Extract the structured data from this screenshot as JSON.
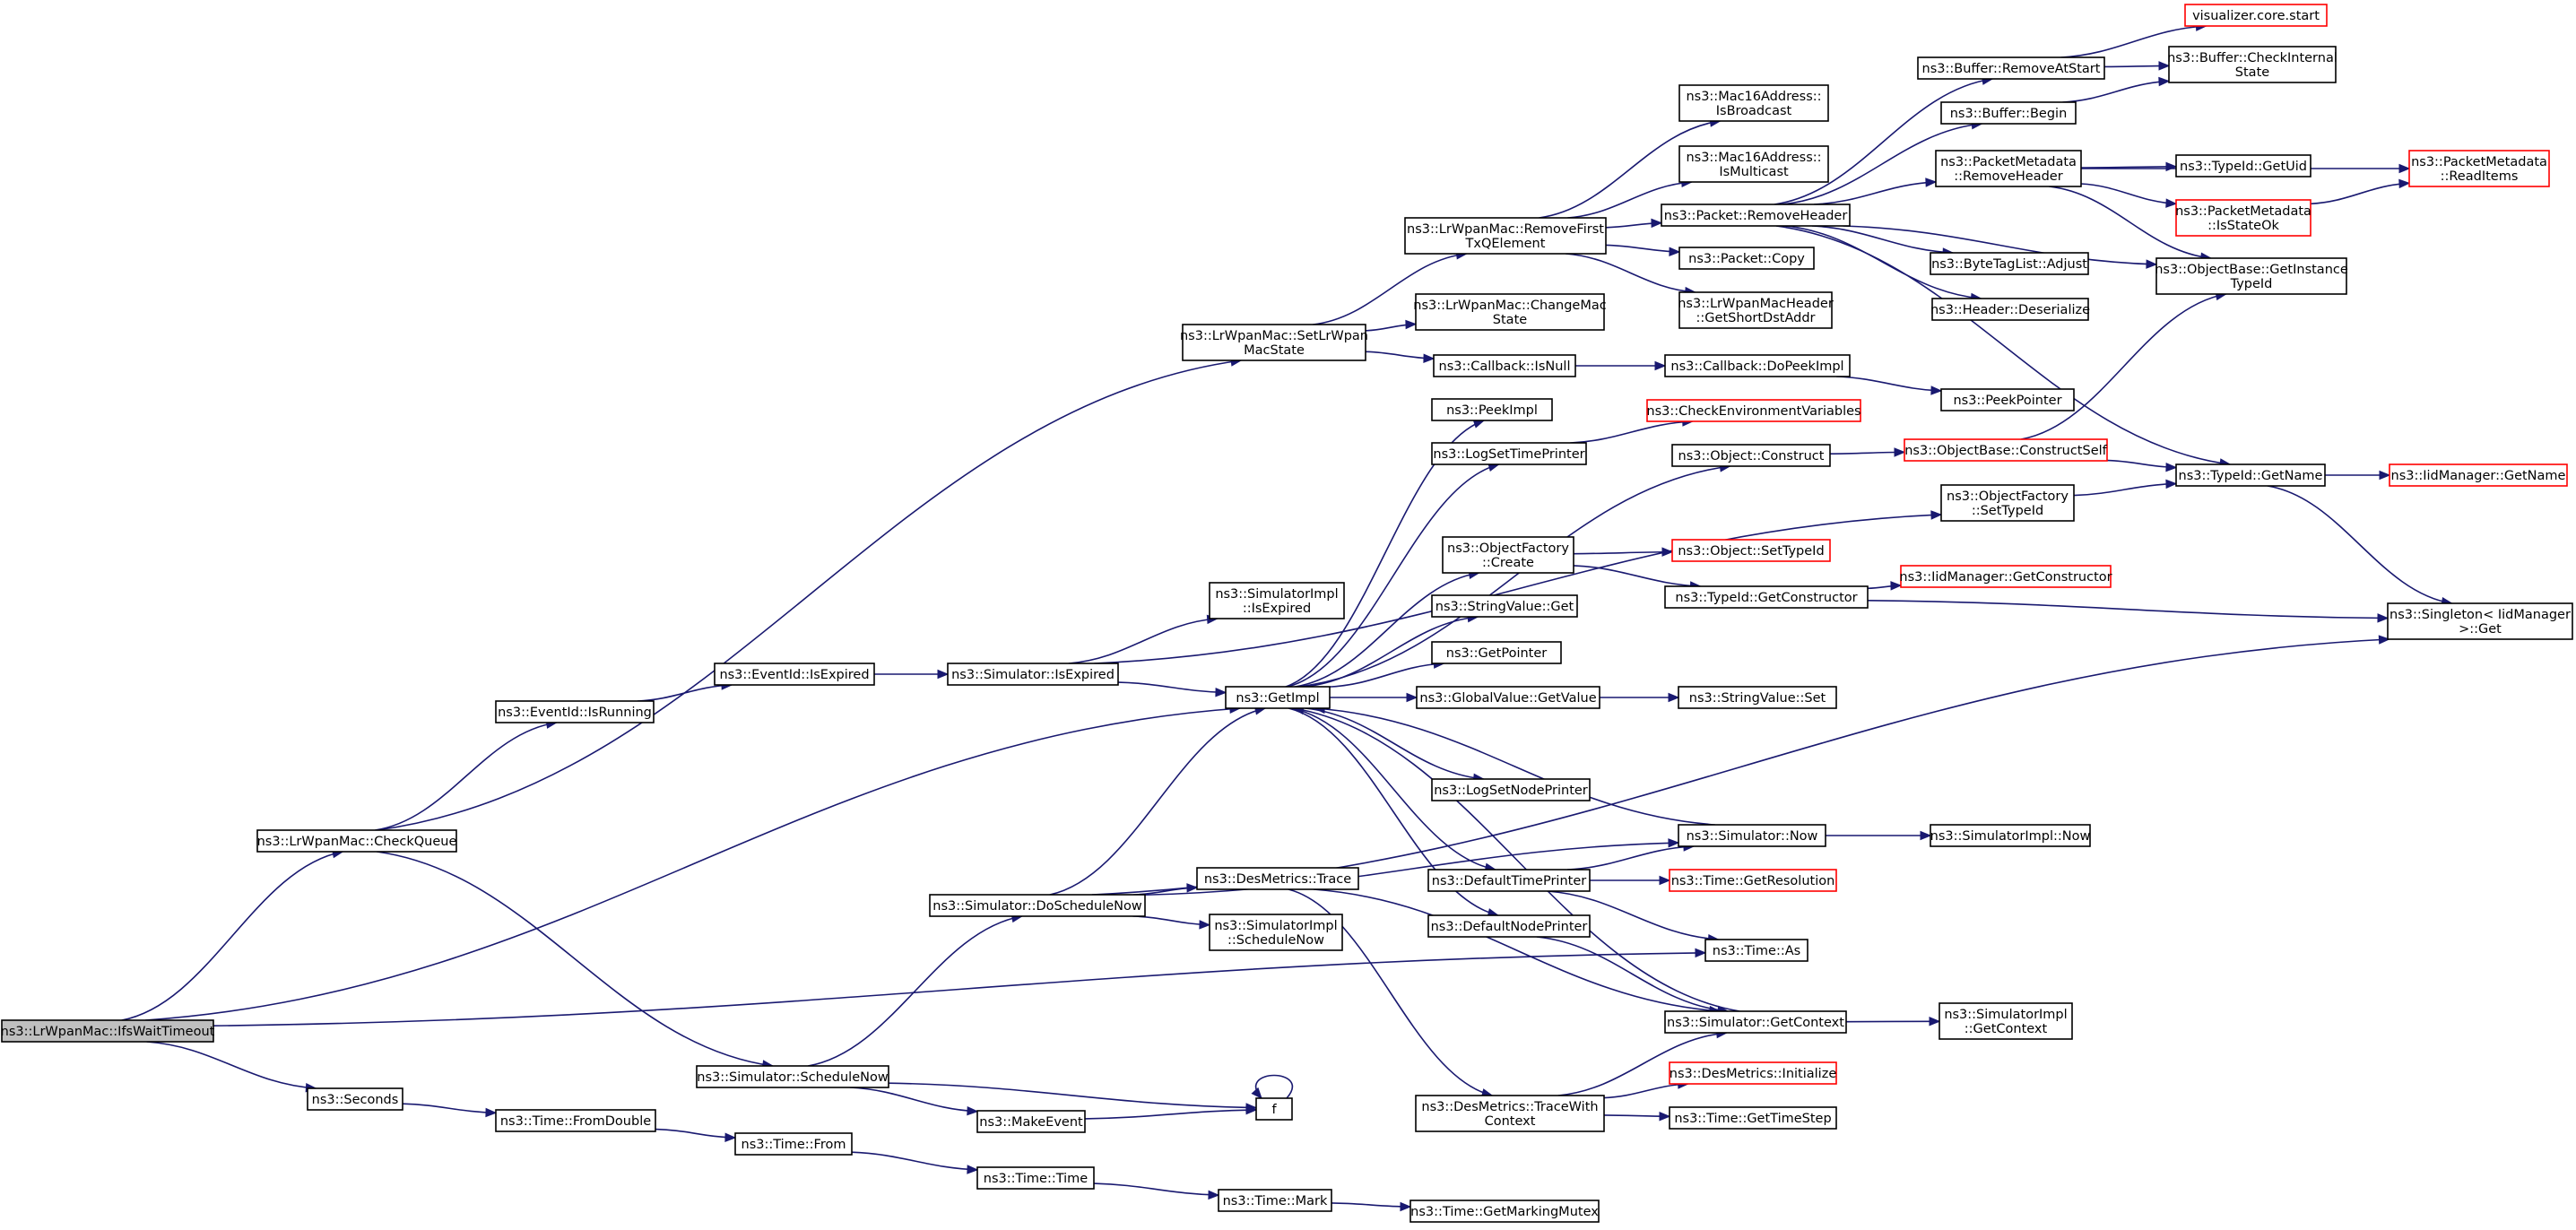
{
  "nodes": [
    {
      "id": "ifs",
      "lines": [
        "ns3::LrWpanMac::IfsWaitTimeout"
      ],
      "root": true
    },
    {
      "id": "checkqueue",
      "lines": [
        "ns3::LrWpanMac::CheckQueue"
      ]
    },
    {
      "id": "seconds",
      "lines": [
        "ns3::Seconds"
      ]
    },
    {
      "id": "isrunning",
      "lines": [
        "ns3::EventId::IsRunning"
      ]
    },
    {
      "id": "fromdouble",
      "lines": [
        "ns3::Time::FromDouble"
      ]
    },
    {
      "id": "schedulenow",
      "lines": [
        "ns3::Simulator::ScheduleNow"
      ]
    },
    {
      "id": "eid_isexpired",
      "lines": [
        "ns3::EventId::IsExpired"
      ]
    },
    {
      "id": "from",
      "lines": [
        "ns3::Time::From"
      ]
    },
    {
      "id": "doschedulenow",
      "lines": [
        "ns3::Simulator::DoScheduleNow"
      ]
    },
    {
      "id": "sim_isexpired",
      "lines": [
        "ns3::Simulator::IsExpired"
      ]
    },
    {
      "id": "makeevent",
      "lines": [
        "ns3::MakeEvent"
      ]
    },
    {
      "id": "time",
      "lines": [
        "ns3::Time::Time"
      ]
    },
    {
      "id": "setlrwpan",
      "lines": [
        "ns3::LrWpanMac::SetLrWpan",
        "MacState"
      ]
    },
    {
      "id": "desmetrics_trace",
      "lines": [
        "ns3::DesMetrics::Trace"
      ]
    },
    {
      "id": "simimpl_isexpired",
      "lines": [
        "ns3::SimulatorImpl",
        "::IsExpired"
      ]
    },
    {
      "id": "getimpl",
      "lines": [
        "ns3::GetImpl"
      ]
    },
    {
      "id": "simimpl_schedulenow",
      "lines": [
        "ns3::SimulatorImpl",
        "::ScheduleNow"
      ]
    },
    {
      "id": "mark",
      "lines": [
        "ns3::Time::Mark"
      ]
    },
    {
      "id": "f",
      "lines": [
        "f"
      ]
    },
    {
      "id": "removefirst",
      "lines": [
        "ns3::LrWpanMac::RemoveFirst",
        "TxQElement"
      ]
    },
    {
      "id": "changemacstate",
      "lines": [
        "ns3::LrWpanMac::ChangeMac",
        "State"
      ]
    },
    {
      "id": "isnull",
      "lines": [
        "ns3::Callback::IsNull"
      ]
    },
    {
      "id": "peekimpl",
      "lines": [
        "ns3::PeekImpl"
      ]
    },
    {
      "id": "logsettimeprinter",
      "lines": [
        "ns3::LogSetTimePrinter"
      ]
    },
    {
      "id": "objfactory_create",
      "lines": [
        "ns3::ObjectFactory",
        "::Create"
      ]
    },
    {
      "id": "stringvalue_get",
      "lines": [
        "ns3::StringValue::Get"
      ]
    },
    {
      "id": "getpointer",
      "lines": [
        "ns3::GetPointer"
      ]
    },
    {
      "id": "globalvalue_getvalue",
      "lines": [
        "ns3::GlobalValue::GetValue"
      ]
    },
    {
      "id": "logsetnodeprinter",
      "lines": [
        "ns3::LogSetNodePrinter"
      ]
    },
    {
      "id": "defaulttimeprinter",
      "lines": [
        "ns3::DefaultTimePrinter"
      ]
    },
    {
      "id": "defaultnodeprinter",
      "lines": [
        "ns3::DefaultNodePrinter"
      ]
    },
    {
      "id": "tracewithcontext",
      "lines": [
        "ns3::DesMetrics::TraceWith",
        "Context"
      ]
    },
    {
      "id": "getmarkingmutex",
      "lines": [
        "ns3::Time::GetMarkingMutex"
      ]
    },
    {
      "id": "isbroadcast",
      "lines": [
        "ns3::Mac16Address::",
        "IsBroadcast"
      ]
    },
    {
      "id": "ismulticast",
      "lines": [
        "ns3::Mac16Address::",
        "IsMulticast"
      ]
    },
    {
      "id": "removeheader",
      "lines": [
        "ns3::Packet::RemoveHeader"
      ]
    },
    {
      "id": "packet_copy",
      "lines": [
        "ns3::Packet::Copy"
      ]
    },
    {
      "id": "getshortdstaddr",
      "lines": [
        "ns3::LrWpanMacHeader",
        "::GetShortDstAddr"
      ]
    },
    {
      "id": "dopeekimpl",
      "lines": [
        "ns3::Callback::DoPeekImpl"
      ]
    },
    {
      "id": "checkenv",
      "lines": [
        "ns3::CheckEnvironmentVariables"
      ],
      "red": true
    },
    {
      "id": "object_construct",
      "lines": [
        "ns3::Object::Construct"
      ]
    },
    {
      "id": "object_settypeid",
      "lines": [
        "ns3::Object::SetTypeId"
      ],
      "red": true
    },
    {
      "id": "typeid_getconstructor",
      "lines": [
        "ns3::TypeId::GetConstructor"
      ]
    },
    {
      "id": "stringvalue_set",
      "lines": [
        "ns3::StringValue::Set"
      ]
    },
    {
      "id": "sim_now",
      "lines": [
        "ns3::Simulator::Now"
      ]
    },
    {
      "id": "getresolution",
      "lines": [
        "ns3::Time::GetResolution"
      ],
      "red": true
    },
    {
      "id": "time_as",
      "lines": [
        "ns3::Time::As"
      ]
    },
    {
      "id": "sim_getcontext",
      "lines": [
        "ns3::Simulator::GetContext"
      ]
    },
    {
      "id": "desmetrics_init",
      "lines": [
        "ns3::DesMetrics::Initialize"
      ],
      "red": true
    },
    {
      "id": "gettimestep",
      "lines": [
        "ns3::Time::GetTimeStep"
      ]
    },
    {
      "id": "buffer_removeatstart",
      "lines": [
        "ns3::Buffer::RemoveAtStart"
      ]
    },
    {
      "id": "buffer_begin",
      "lines": [
        "ns3::Buffer::Begin"
      ]
    },
    {
      "id": "pm_removeheader",
      "lines": [
        "ns3::PacketMetadata",
        "::RemoveHeader"
      ]
    },
    {
      "id": "bytetaglist_adjust",
      "lines": [
        "ns3::ByteTagList::Adjust"
      ]
    },
    {
      "id": "header_deserialize",
      "lines": [
        "ns3::Header::Deserialize"
      ]
    },
    {
      "id": "peekpointer",
      "lines": [
        "ns3::PeekPointer"
      ]
    },
    {
      "id": "constructself",
      "lines": [
        "ns3::ObjectBase::ConstructSelf"
      ],
      "red": true
    },
    {
      "id": "objfactory_settypeid",
      "lines": [
        "ns3::ObjectFactory",
        "::SetTypeId"
      ]
    },
    {
      "id": "iidmanager_getconstructor",
      "lines": [
        "ns3::IidManager::GetConstructor"
      ],
      "red": true
    },
    {
      "id": "simimpl_now",
      "lines": [
        "ns3::SimulatorImpl::Now"
      ]
    },
    {
      "id": "simimpl_getcontext",
      "lines": [
        "ns3::SimulatorImpl",
        "::GetContext"
      ]
    },
    {
      "id": "visualizer",
      "lines": [
        "visualizer.core.start"
      ],
      "red": true
    },
    {
      "id": "buffer_checkinternal",
      "lines": [
        "ns3::Buffer::CheckInternal",
        "State"
      ]
    },
    {
      "id": "typeid_getuid",
      "lines": [
        "ns3::TypeId::GetUid"
      ]
    },
    {
      "id": "pm_isstateok",
      "lines": [
        "ns3::PacketMetadata",
        "::IsStateOk"
      ],
      "red": true
    },
    {
      "id": "getinstancetypeid",
      "lines": [
        "ns3::ObjectBase::GetInstance",
        "TypeId"
      ]
    },
    {
      "id": "typeid_getname",
      "lines": [
        "ns3::TypeId::GetName"
      ]
    },
    {
      "id": "singleton_get",
      "lines": [
        "ns3::Singleton< IidManager",
        ">::Get"
      ]
    },
    {
      "id": "pm_readitems",
      "lines": [
        "ns3::PacketMetadata",
        "::ReadItems"
      ],
      "red": true
    },
    {
      "id": "iidmanager_getname",
      "lines": [
        "ns3::IidManager::GetName"
      ],
      "red": true
    }
  ],
  "edges": [
    [
      "ifs",
      "checkqueue"
    ],
    [
      "ifs",
      "seconds"
    ],
    [
      "ifs",
      "time_as"
    ],
    [
      "ifs",
      "getimpl"
    ],
    [
      "checkqueue",
      "isrunning"
    ],
    [
      "checkqueue",
      "schedulenow"
    ],
    [
      "checkqueue",
      "setlrwpan"
    ],
    [
      "seconds",
      "fromdouble"
    ],
    [
      "isrunning",
      "eid_isexpired"
    ],
    [
      "fromdouble",
      "from"
    ],
    [
      "schedulenow",
      "doschedulenow"
    ],
    [
      "schedulenow",
      "makeevent"
    ],
    [
      "schedulenow",
      "f"
    ],
    [
      "eid_isexpired",
      "sim_isexpired"
    ],
    [
      "from",
      "time"
    ],
    [
      "doschedulenow",
      "desmetrics_trace"
    ],
    [
      "doschedulenow",
      "getimpl"
    ],
    [
      "doschedulenow",
      "simimpl_schedulenow"
    ],
    [
      "doschedulenow",
      "sim_now"
    ],
    [
      "doschedulenow",
      "singleton_get"
    ],
    [
      "sim_isexpired",
      "simimpl_isexpired"
    ],
    [
      "sim_isexpired",
      "getimpl"
    ],
    [
      "sim_isexpired",
      "objfactory_settypeid"
    ],
    [
      "makeevent",
      "f"
    ],
    [
      "f",
      "f"
    ],
    [
      "time",
      "mark"
    ],
    [
      "setlrwpan",
      "removefirst"
    ],
    [
      "setlrwpan",
      "changemacstate"
    ],
    [
      "setlrwpan",
      "isnull"
    ],
    [
      "desmetrics_trace",
      "tracewithcontext"
    ],
    [
      "desmetrics_trace",
      "sim_getcontext"
    ],
    [
      "getimpl",
      "peekimpl"
    ],
    [
      "getimpl",
      "logsettimeprinter"
    ],
    [
      "getimpl",
      "objfactory_create"
    ],
    [
      "getimpl",
      "stringvalue_get"
    ],
    [
      "getimpl",
      "getpointer"
    ],
    [
      "getimpl",
      "globalvalue_getvalue"
    ],
    [
      "getimpl",
      "logsetnodeprinter"
    ],
    [
      "getimpl",
      "defaulttimeprinter"
    ],
    [
      "getimpl",
      "defaultnodeprinter"
    ],
    [
      "getimpl",
      "object_construct"
    ],
    [
      "mark",
      "getmarkingmutex"
    ],
    [
      "removefirst",
      "isbroadcast"
    ],
    [
      "removefirst",
      "ismulticast"
    ],
    [
      "removefirst",
      "removeheader"
    ],
    [
      "removefirst",
      "packet_copy"
    ],
    [
      "removefirst",
      "getshortdstaddr"
    ],
    [
      "isnull",
      "dopeekimpl"
    ],
    [
      "logsettimeprinter",
      "checkenv"
    ],
    [
      "objfactory_create",
      "object_settypeid"
    ],
    [
      "objfactory_create",
      "typeid_getconstructor"
    ],
    [
      "globalvalue_getvalue",
      "stringvalue_set"
    ],
    [
      "defaulttimeprinter",
      "sim_now"
    ],
    [
      "defaulttimeprinter",
      "getresolution"
    ],
    [
      "defaulttimeprinter",
      "time_as"
    ],
    [
      "defaultnodeprinter",
      "sim_getcontext"
    ],
    [
      "tracewithcontext",
      "sim_getcontext"
    ],
    [
      "tracewithcontext",
      "desmetrics_init"
    ],
    [
      "tracewithcontext",
      "gettimestep"
    ],
    [
      "removeheader",
      "buffer_removeatstart"
    ],
    [
      "removeheader",
      "buffer_begin"
    ],
    [
      "removeheader",
      "pm_removeheader"
    ],
    [
      "removeheader",
      "bytetaglist_adjust"
    ],
    [
      "removeheader",
      "header_deserialize"
    ],
    [
      "removeheader",
      "getinstancetypeid"
    ],
    [
      "removeheader",
      "typeid_getname"
    ],
    [
      "dopeekimpl",
      "peekpointer"
    ],
    [
      "object_construct",
      "constructself"
    ],
    [
      "typeid_getconstructor",
      "iidmanager_getconstructor"
    ],
    [
      "typeid_getconstructor",
      "singleton_get"
    ],
    [
      "sim_now",
      "simimpl_now"
    ],
    [
      "sim_now",
      "getimpl"
    ],
    [
      "sim_getcontext",
      "simimpl_getcontext"
    ],
    [
      "sim_getcontext",
      "getimpl"
    ],
    [
      "buffer_removeatstart",
      "visualizer"
    ],
    [
      "buffer_removeatstart",
      "buffer_checkinternal"
    ],
    [
      "buffer_begin",
      "buffer_checkinternal"
    ],
    [
      "pm_removeheader",
      "typeid_getuid"
    ],
    [
      "pm_removeheader",
      "pm_isstateok"
    ],
    [
      "pm_removeheader",
      "pm_readitems"
    ],
    [
      "pm_removeheader",
      "getinstancetypeid"
    ],
    [
      "pm_isstateok",
      "pm_readitems"
    ],
    [
      "constructself",
      "typeid_getname"
    ],
    [
      "constructself",
      "getinstancetypeid"
    ],
    [
      "objfactory_settypeid",
      "typeid_getname"
    ],
    [
      "typeid_getname",
      "iidmanager_getname"
    ],
    [
      "typeid_getname",
      "singleton_get"
    ]
  ],
  "colors": {
    "edge": "#191970",
    "node_border": "#000000",
    "red_border": "#ff0000",
    "root_fill": "#bfbfbf"
  }
}
